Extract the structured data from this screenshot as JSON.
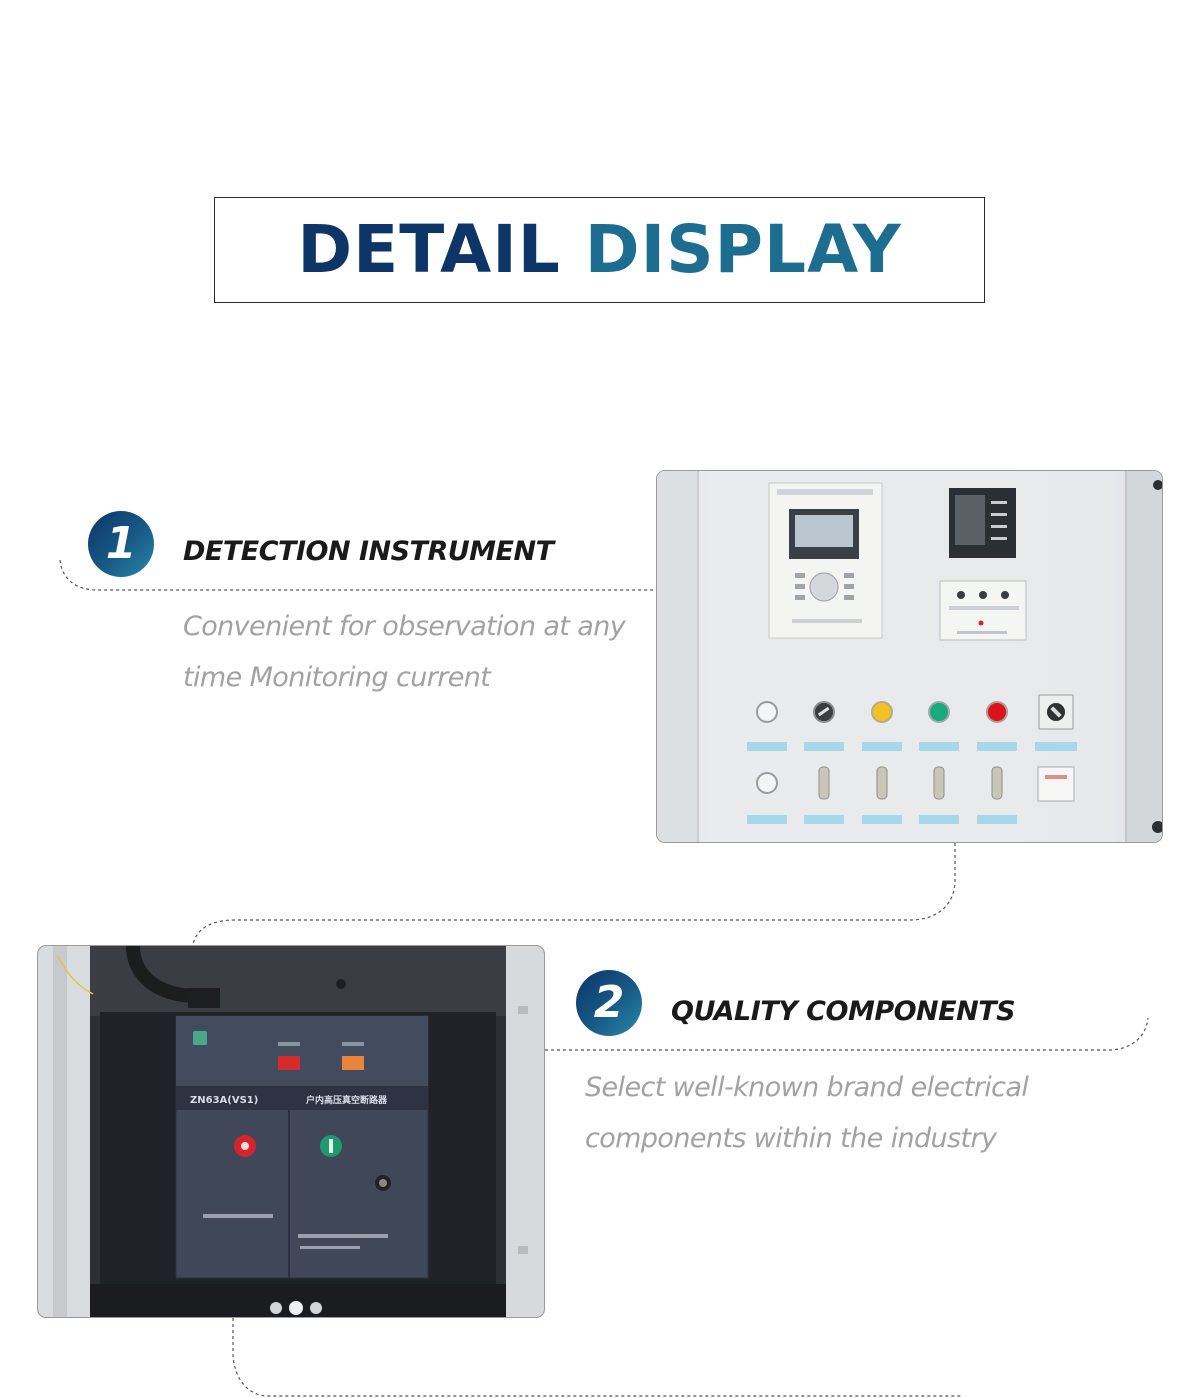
{
  "header": {
    "title_word1": "DETAIL",
    "title_word2": "DISPLAY"
  },
  "features": [
    {
      "number": "1",
      "title": "DETECTION INSTRUMENT",
      "description_line1": "Convenient for observation at any",
      "description_line2": "time Monitoring current"
    },
    {
      "number": "2",
      "title": "QUALITY COMPONENTS",
      "description_line1": "Select well-known brand electrical",
      "description_line2": "components within the industry"
    }
  ],
  "breaker_panel": {
    "model_label": "ZN63A(VS1)",
    "type_label": "户内高压真空断路器"
  },
  "colors": {
    "title_dark": "#0e3567",
    "title_teal": "#1c6d8f",
    "heading": "#1a1a1a",
    "description": "#a2a2a2"
  }
}
